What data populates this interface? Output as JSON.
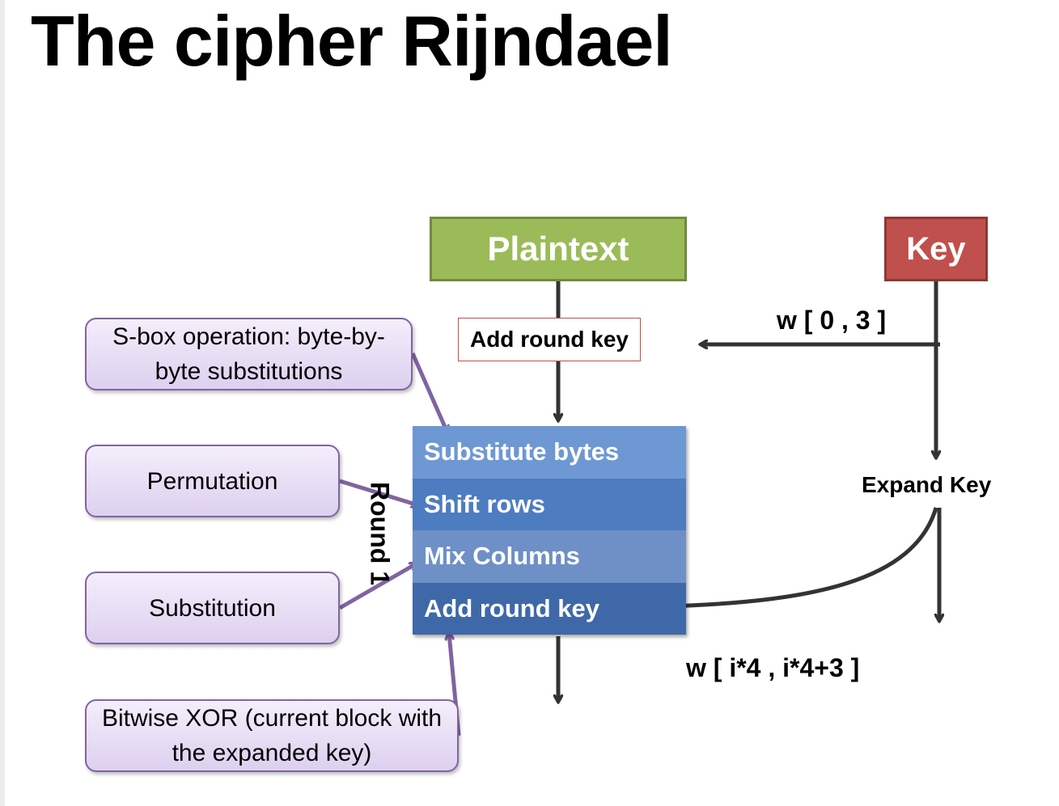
{
  "slide": {
    "title": "The cipher Rijndael"
  },
  "inputs": {
    "plaintext": "Plaintext",
    "key": "Key"
  },
  "initial_step": {
    "add_round_key": "Add round key"
  },
  "round": {
    "label": "Round 1",
    "steps": [
      "Substitute bytes",
      "Shift rows",
      "Mix Columns",
      "Add round key"
    ]
  },
  "key_schedule": {
    "first_words": "w [ 0 , 3 ]",
    "expand": "Expand Key",
    "round_words": "w [ i*4 , i*4+3 ]"
  },
  "annotations": [
    "S-box operation: byte-by-byte substitutions",
    "Permutation",
    "Substitution",
    "Bitwise XOR (current block with the expanded key)"
  ],
  "colors": {
    "plaintext": "#9bbb59",
    "key": "#c0504d",
    "round_block": "#4f81bd",
    "annotation_fill": "#e5dcf2",
    "annotation_border": "#8064a2",
    "arrow_dark": "#333333",
    "arrow_purple": "#8064a2"
  }
}
